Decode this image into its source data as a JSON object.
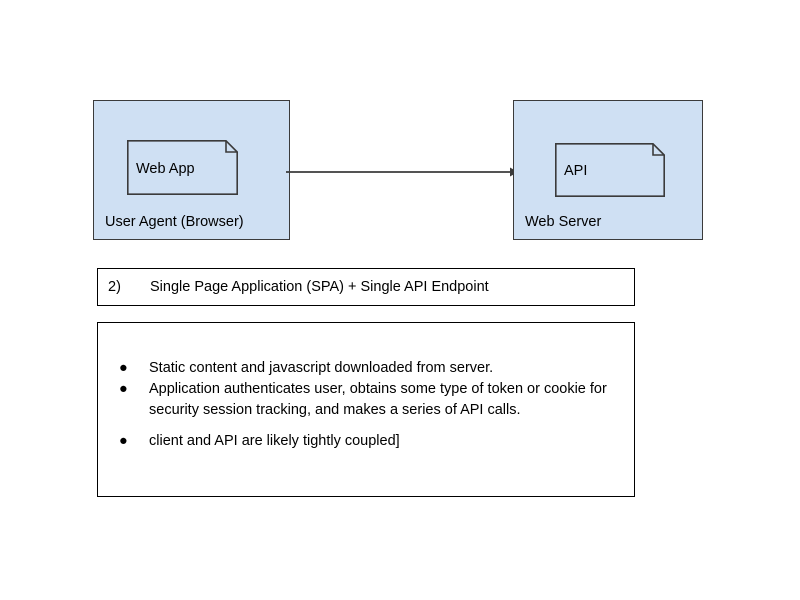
{
  "diagram": {
    "nodes": [
      {
        "id": "user-agent",
        "label": "User Agent (Browser)",
        "fill": "#cfe0f3",
        "stroke": "#3b3b3b",
        "inner": {
          "id": "web-app",
          "label": "Web App",
          "shape": "note"
        }
      },
      {
        "id": "web-server",
        "label": "Web Server",
        "fill": "#cfe0f3",
        "stroke": "#3b3b3b",
        "inner": {
          "id": "api",
          "label": "API",
          "shape": "note"
        }
      }
    ],
    "connector": {
      "from": "user-agent",
      "to": "web-server",
      "style": "solid-arrow",
      "color": "#3b3b3b"
    }
  },
  "caption": {
    "index": "2)",
    "text": "Single Page Application (SPA) + Single API Endpoint"
  },
  "notes": {
    "bullet_glyph": "●",
    "items": [
      {
        "text": "Static content and javascript downloaded from server.",
        "spaced": false
      },
      {
        "text": "Application authenticates user, obtains some type of token or cookie for security session tracking, and makes a series of API calls.",
        "spaced": false
      },
      {
        "text": "client and API are likely tightly coupled]",
        "spaced": true
      }
    ]
  }
}
